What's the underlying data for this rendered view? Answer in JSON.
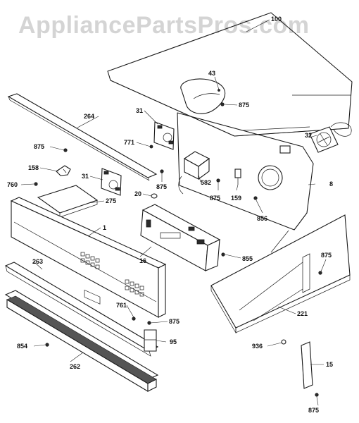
{
  "watermark": "AppliancePartsPros.com",
  "part_labels": [
    {
      "id": "top_panel",
      "text": "100"
    },
    {
      "id": "p43",
      "text": "43"
    },
    {
      "id": "p875_a",
      "text": "875"
    },
    {
      "id": "p31_a",
      "text": "31"
    },
    {
      "id": "p264",
      "text": "264"
    },
    {
      "id": "p32",
      "text": "32"
    },
    {
      "id": "p771",
      "text": "771"
    },
    {
      "id": "p875_b",
      "text": "875"
    },
    {
      "id": "p158",
      "text": "158"
    },
    {
      "id": "p31_b",
      "text": "31"
    },
    {
      "id": "p875_c",
      "text": "875"
    },
    {
      "id": "p582",
      "text": "582"
    },
    {
      "id": "p8",
      "text": "8"
    },
    {
      "id": "p760",
      "text": "760"
    },
    {
      "id": "p20",
      "text": "20"
    },
    {
      "id": "p875_d",
      "text": "875"
    },
    {
      "id": "p159",
      "text": "159"
    },
    {
      "id": "p275",
      "text": "275"
    },
    {
      "id": "p856",
      "text": "856"
    },
    {
      "id": "p1",
      "text": "1"
    },
    {
      "id": "p16",
      "text": "16"
    },
    {
      "id": "p855",
      "text": "855"
    },
    {
      "id": "p263",
      "text": "263"
    },
    {
      "id": "p875_e",
      "text": "875"
    },
    {
      "id": "p221",
      "text": "221"
    },
    {
      "id": "p761",
      "text": "761"
    },
    {
      "id": "p875_f",
      "text": "875"
    },
    {
      "id": "p95",
      "text": "95"
    },
    {
      "id": "p854",
      "text": "854"
    },
    {
      "id": "p936",
      "text": "936"
    },
    {
      "id": "p262",
      "text": "262"
    },
    {
      "id": "p15",
      "text": "15"
    },
    {
      "id": "p875_g",
      "text": "875"
    }
  ]
}
